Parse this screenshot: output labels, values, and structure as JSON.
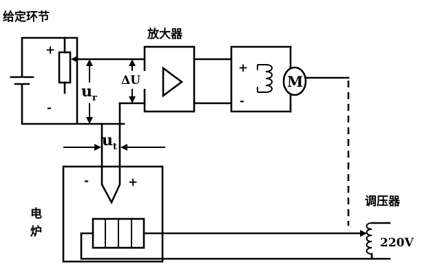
{
  "labels": {
    "reference_unit": "给定环节",
    "amplifier": "放大器",
    "electric_furnace_line1": "电",
    "electric_furnace_line2": "炉",
    "voltage_regulator": "调压器",
    "mains_voltage": "220V",
    "motor": "M",
    "reference_voltage_main": "u",
    "reference_voltage_sub": "r",
    "thermocouple_voltage_main": "u",
    "thermocouple_voltage_sub": "t",
    "delta_u": "ΔU"
  },
  "polarity": {
    "reference_plus": "+",
    "reference_minus": "-",
    "motor_input_plus": "+",
    "motor_input_minus": "-",
    "thermocouple_minus": "-",
    "thermocouple_plus": "+"
  }
}
